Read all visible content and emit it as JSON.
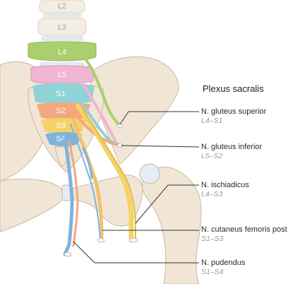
{
  "title": "Plexus sacralis",
  "vertebrae": [
    "L2",
    "L3",
    "L4",
    "L5",
    "S1",
    "S2",
    "S3",
    "S4"
  ],
  "nerves": [
    {
      "name": "N. gluteus superior",
      "roots": "L4–S1"
    },
    {
      "name": "N. gluteus inferior",
      "roots": "L5–S2"
    },
    {
      "name": "N. ischiadicus",
      "roots": "L4–S3"
    },
    {
      "name": "N. cutaneus femoris post",
      "roots": "S1–S3"
    },
    {
      "name": "N. pudendus",
      "roots": "S1–S4"
    }
  ],
  "colors": {
    "bone": "#f1e6d6",
    "bone_outline": "#c9b8a0",
    "L4": "#a9cf6e",
    "L5": "#f0b5d2",
    "S1": "#8fd3d6",
    "S2": "#f3a77d",
    "S3": "#f5d36a",
    "S4": "#7fb3dd",
    "leader_line": "#333333"
  }
}
